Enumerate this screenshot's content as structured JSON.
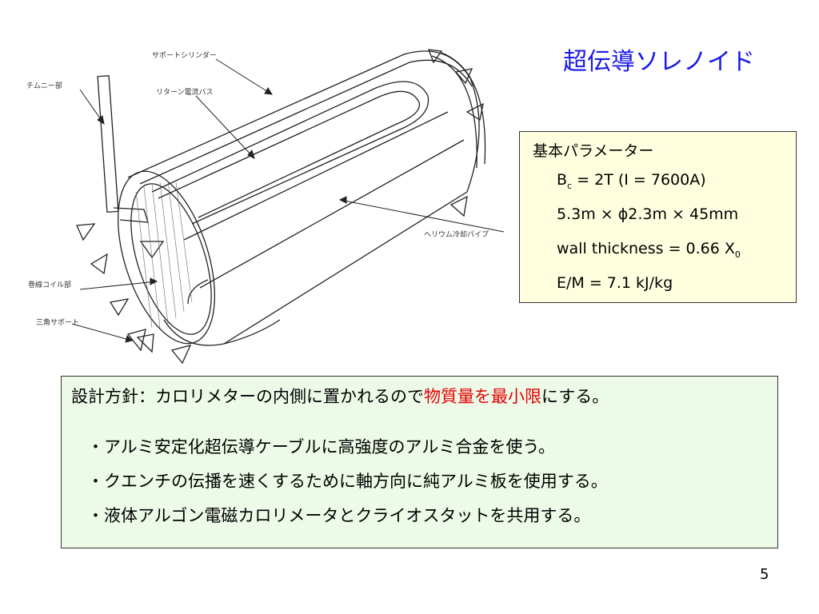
{
  "slide": {
    "title": "超伝導ソレノイド",
    "page_number": "5"
  },
  "diagram": {
    "labels": {
      "support_cylinder": "サポートシリンダー",
      "chimney": "チムニー部",
      "return_bus": "リターン電流バス",
      "helium_pipe": "ヘリウム冷却パイプ",
      "coil": "巻線コイル部",
      "triangle_support": "三角サポート"
    }
  },
  "parameters": {
    "heading": "基本パラメーター",
    "bc_prefix": "B",
    "bc_sub": "c",
    "bc_rest": " = 2T (I = 7600A)",
    "dimensions": "5.3m × ϕ2.3m × 45mm",
    "wall_prefix": "wall thickness = 0.66 X",
    "wall_sub": "0",
    "energy": "E/M = 7.1 kJ/kg"
  },
  "policy": {
    "lead_before": "設計方針：カロリメターの内側に置かれるので",
    "lead_highlight": "物質量を最小限",
    "lead_after": "にする。",
    "bullets": [
      "・アルミ安定化超伝導ケーブルに高強度のアルミ合金を使う。",
      "・クエンチの伝播を速くするために軸方向に純アルミ板を使用する。",
      "・液体アルゴン電磁カロリメータとクライオスタットを共用する。"
    ]
  },
  "colors": {
    "title": "#1a1ae6",
    "params_bg": "#ffffe0",
    "policy_bg": "#eefae8",
    "highlight": "#e60000"
  }
}
